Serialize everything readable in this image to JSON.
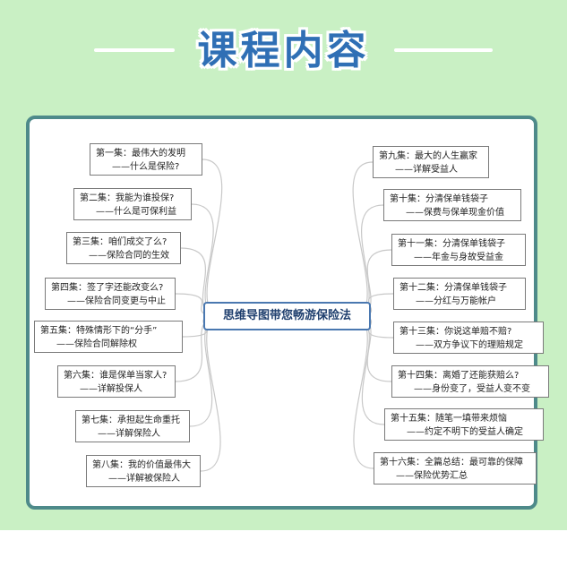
{
  "header": {
    "title": "课程内容"
  },
  "center": "思维导图带您畅游保险法",
  "left_items": [
    {
      "line1": "第一集：最伟大的发明",
      "line2": "——什么是保险?"
    },
    {
      "line1": "第二集：我能为谁投保?",
      "line2": "——什么是可保利益"
    },
    {
      "line1": "第三集：咱们成交了么?",
      "line2": "——保险合同的生效"
    },
    {
      "line1": "第四集：签了字还能改变么?",
      "line2": "——保险合同变更与中止"
    },
    {
      "line1": "第五集：特殊情形下的“分手”",
      "line2": "——保险合同解除权"
    },
    {
      "line1": "第六集：谁是保单当家人?",
      "line2": "——详解投保人"
    },
    {
      "line1": "第七集：承担起生命重托",
      "line2": "——详解保险人"
    },
    {
      "line1": "第八集：我的价值最伟大",
      "line2": "——详解被保险人"
    }
  ],
  "right_items": [
    {
      "line1": "第九集：最大的人生赢家",
      "line2": "——详解受益人"
    },
    {
      "line1": "第十集：分清保单钱袋子",
      "line2": "——保费与保单现金价值"
    },
    {
      "line1": "第十一集：分清保单钱袋子",
      "line2": "——年金与身故受益金"
    },
    {
      "line1": "第十二集：分清保单钱袋子",
      "line2": "——分红与万能帐户"
    },
    {
      "line1": "第十三集：你说这单赔不赔?",
      "line2": "——双方争议下的理赔规定"
    },
    {
      "line1": "第十四集：离婚了还能获赔么?",
      "line2": "——身份变了，受益人变不变"
    },
    {
      "line1": "第十五集：随笔一填带来烦恼",
      "line2": "——约定不明下的受益人确定"
    },
    {
      "line1": "第十六集：全篇总结：最可靠的保障",
      "line2": "——保险优势汇总"
    }
  ],
  "colors": {
    "background": "#c9f0c4",
    "title": "#2f6fb5",
    "panel_border": "#4e8a8a",
    "center_border": "#4a78b0"
  }
}
